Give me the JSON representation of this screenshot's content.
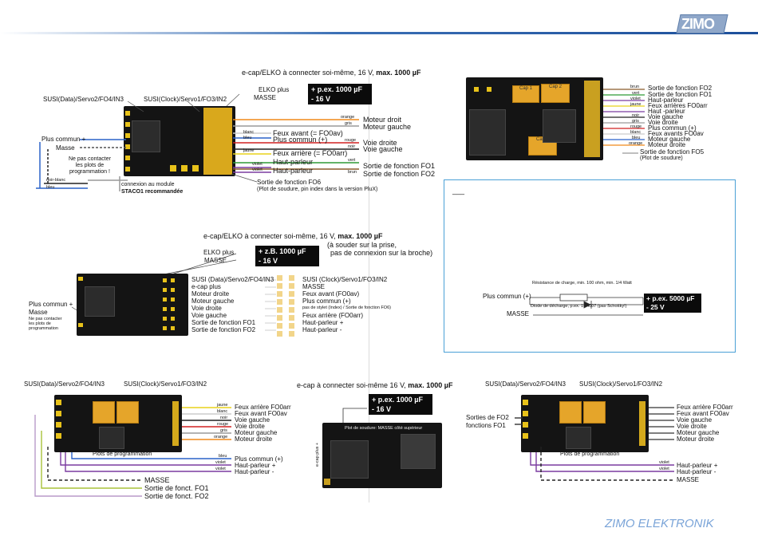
{
  "brand": {
    "logo_text": "ZIMO",
    "footer": "ZIMO ELEKTRONIK"
  },
  "panel1": {
    "ecap_title_a": "e-cap/ELKO à connecter soi-même, 16 V, ",
    "ecap_title_b": "max. 1000 µF",
    "elko_plus": "ELKO plus",
    "masse": "MASSE",
    "box_line1": "+  p.ex. 1000 µF",
    "box_line2": "-   16 V",
    "susi_data": "SUSI(Data)/Servo2/FO4/IN3",
    "susi_clock": "SUSI(Clock)/Servo1/FO3/IN2",
    "plus_commun": "Plus commun +",
    "masse_left": "Masse",
    "ne_pas_contacter": "Ne pas contacter\nles plots de\nprogrammation !",
    "noir_blanc": "noir-blanc",
    "bleu": "bleu",
    "connexion_module": "connexion au module",
    "staco": "STACO1 recommandée",
    "wire_colors": [
      "orange",
      "gris",
      "blanc",
      "bleu",
      "rouge",
      "noir",
      "jaune",
      "vert",
      "violet",
      "brun",
      "violet"
    ],
    "labels": [
      "Moteur droit",
      "Moteur gauche",
      "Feux avant (= FO0av)",
      "Plus commun (+)",
      "Voie droite",
      "Voie gauche",
      "Feux arrière (= FO0arr)",
      "Haut-parleur",
      "Sortie de fonction FO1",
      "Haut-parleur",
      "Sortie de fonction FO2"
    ],
    "fo6": "Sortie de fonction FO6",
    "fo6_note": "(Plot de soudure, pin index dans la version PluX)"
  },
  "panel2": {
    "wire_colors": [
      "brun",
      "vert",
      "violet",
      "jaune",
      "noir",
      "gris",
      "rouge",
      "blanc",
      "bleu",
      "orange"
    ],
    "labels": [
      "Sortie de fonction FO2",
      "Sortie de fonction FO1",
      "Haut-parleur",
      "Feux arrières FO0arr",
      "Haut -parleur",
      "Voie gauche",
      "Voie droite",
      "Plus commun (+)",
      "Feux avants FO0av",
      "Moteur gauche",
      "Moteur droite",
      "Sortie de fonction FO5"
    ],
    "fo5_note": "(Plot de soudure)",
    "cap_labels": [
      "Cap 1",
      "Cap 2",
      "Cap 3"
    ]
  },
  "panel3": {
    "ecap_title_a": "e-cap/ELKO à connecter soi-même, 16 V, ",
    "ecap_title_b": "max. 1000 µF",
    "ecap_note1": "(à souder sur la prise,",
    "ecap_note2": "pas de connexion sur la broche)",
    "elko_plus": "ELKO plus",
    "masse": "MASSE",
    "box_line1": "+  z.B. 1000 µF",
    "box_line2": "-   16 V",
    "plus_commun": "Plus commun +",
    "masse_left": "Masse",
    "ne_pas_contacter": "Ne pas contacter\nles plots de\nprogrammation",
    "left_labels": [
      "SUSI (Data)/Servo2/FO4/IN3",
      "e-cap plus",
      "Moteur droite",
      "Moteur gauche",
      "Voie droite",
      "Voie gauche",
      "Sortie de fonction   FO1",
      "Sortie de fonction   FO2"
    ],
    "right_labels": [
      "SUSI (Clock)/Servo1/FO3/IN2",
      "MASSE",
      "Feux avant (FO0av)",
      "Plus commun (+)",
      "pas de stylet (Index) / Sortie de fonction FO6)",
      "Feux arrière (FO0arr)",
      "Haut-parleur +",
      "Haut-parleur -"
    ]
  },
  "panel4": {
    "underline_label": "___",
    "resistance": "Résistance de charge, min. 100 ohm, min. 1/4 Watt",
    "diode": "Diode de décharge, p.ex. 1N4007 (pas Schottky!)",
    "plus_commun": "Plus commun (+)",
    "masse": "MASSE",
    "box_line1": "+  p.ex. 5000 µF",
    "box_line2": "-   25 V"
  },
  "panel5": {
    "susi_data": "SUSI(Data)/Servo2/FO4/IN3",
    "susi_clock": "SUSI(Clock)/Servo1/FO3/IN2",
    "wire_colors": [
      "jaune",
      "blanc",
      "noir",
      "rouge",
      "gris",
      "orange"
    ],
    "labels": [
      "Feux arrière FO0arr",
      "Feux avant FO0av",
      "Voie gauche",
      "Voie droite",
      "Moteur gauche",
      "Moteur droite"
    ],
    "plots": "Plots de programmation",
    "lower_colors": [
      "bleu",
      "violet",
      "violet"
    ],
    "lower_labels": [
      "Plus commun (+)",
      "Haut-parleur +",
      "Haut-parleur -"
    ],
    "masse": "MASSE",
    "fo1": "Sortie de fonct. FO1",
    "fo2": "Sortie de fonct. FO2"
  },
  "panel6": {
    "ecap_title_a": "e-cap à connecter soi-même 16 V, ",
    "ecap_title_b": "max. 1000 µF",
    "box_line1": "+  p.ex. 1000 µF",
    "box_line2": "-   16 V",
    "ecap_plus": "e-cap plus +",
    "solder_note": "Plot de soudure: MASSE côté supérieur"
  },
  "panel7": {
    "susi_data": "SUSI(Data)/Servo2/FO4/IN3",
    "susi_clock": "SUSI(Clock)/Servo1/FO3/IN2",
    "sorties": "Sorties de FO2",
    "fonctions": "fonctions   FO1",
    "labels": [
      "Feux arrière FO0arr",
      "Feux avant FO0av",
      "Voie gauche",
      "Voie droite",
      "Moteur gauche",
      "Moteur droite"
    ],
    "plots": "Plots de programmation",
    "lower_colors": [
      "violet",
      "violet"
    ],
    "lower_labels": [
      "Haut-parleur +",
      "Haut-parleur -"
    ],
    "masse": "MASSE"
  }
}
